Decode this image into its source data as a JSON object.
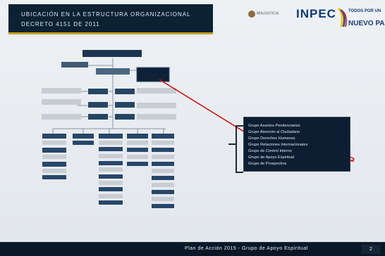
{
  "title": {
    "line1": "UBICACIÓN EN LA ESTRUCTURA ORGANIZACIONAL",
    "line2": "DECRETO 4151 DE 2011"
  },
  "logos": {
    "seal_text": "MINJUSTICIA",
    "inpec": "INPEC",
    "gov_line1": "TODOS POR UN",
    "gov_line2": "NUEVO PAÍS"
  },
  "highlight": {
    "items": [
      "Grupo Asuntos Penitenciarios",
      "Grupo Atención al Ciudadano",
      "Grupo Derechos Humanos",
      "Grupo Relaciones Internacionales",
      "Grupo de Control Interno",
      "Grupo de Apoyo Espiritual",
      "Grupo de Prospectiva"
    ]
  },
  "colors": {
    "dark_navy": "#0c2233",
    "accent_gold": "#c9a227",
    "pointer_red": "#d01414"
  },
  "footer": {
    "text": "Plan de Acción 2015 - Grupo de Apoyo Espiritual",
    "badge": "2"
  }
}
